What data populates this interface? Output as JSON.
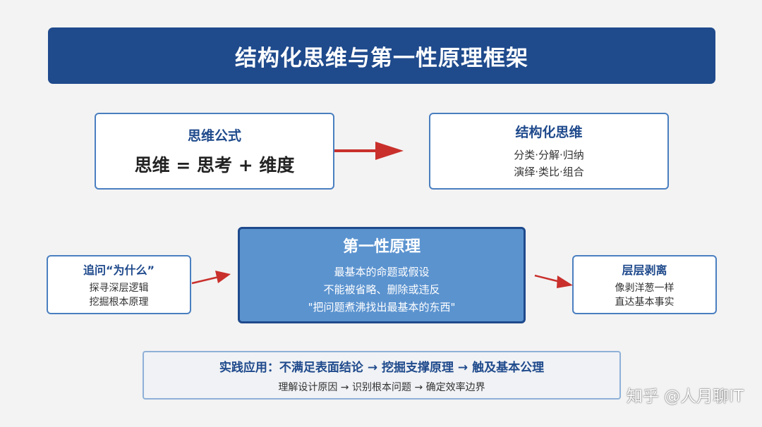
{
  "title": "结构化思维与第一性原理框架",
  "formula": {
    "title": "思维公式",
    "expression": "思维 = 思考 + 维度"
  },
  "structured_thinking": {
    "title": "结构化思维",
    "lines": [
      "分类·分解·归纳",
      "演绎·类比·组合"
    ]
  },
  "first_principle": {
    "title": "第一性原理",
    "lines": [
      "最基本的命题或假设",
      "不能被省略、删除或违反",
      "\"把问题煮沸找出最基本的东西\""
    ]
  },
  "ask_why": {
    "title": "追问“为什么”",
    "lines": [
      "探寻深层逻辑",
      "挖掘根本原理"
    ]
  },
  "peel_layers": {
    "title": "层层剥离",
    "lines": [
      "像剥洋葱一样",
      "直达基本事实"
    ]
  },
  "practice": {
    "title": "实践应用：不满足表面结论 → 挖掘支撑原理 → 触及基本公理",
    "subtitle": "理解设计原因 → 识别根本问题 → 确定效率边界"
  },
  "watermark": "知乎 @人月聊IT",
  "colors": {
    "banner": "#1f4a8c",
    "border": "#4a7fc0",
    "center_fill": "#5b93cf",
    "arrow": "#c9302c"
  }
}
